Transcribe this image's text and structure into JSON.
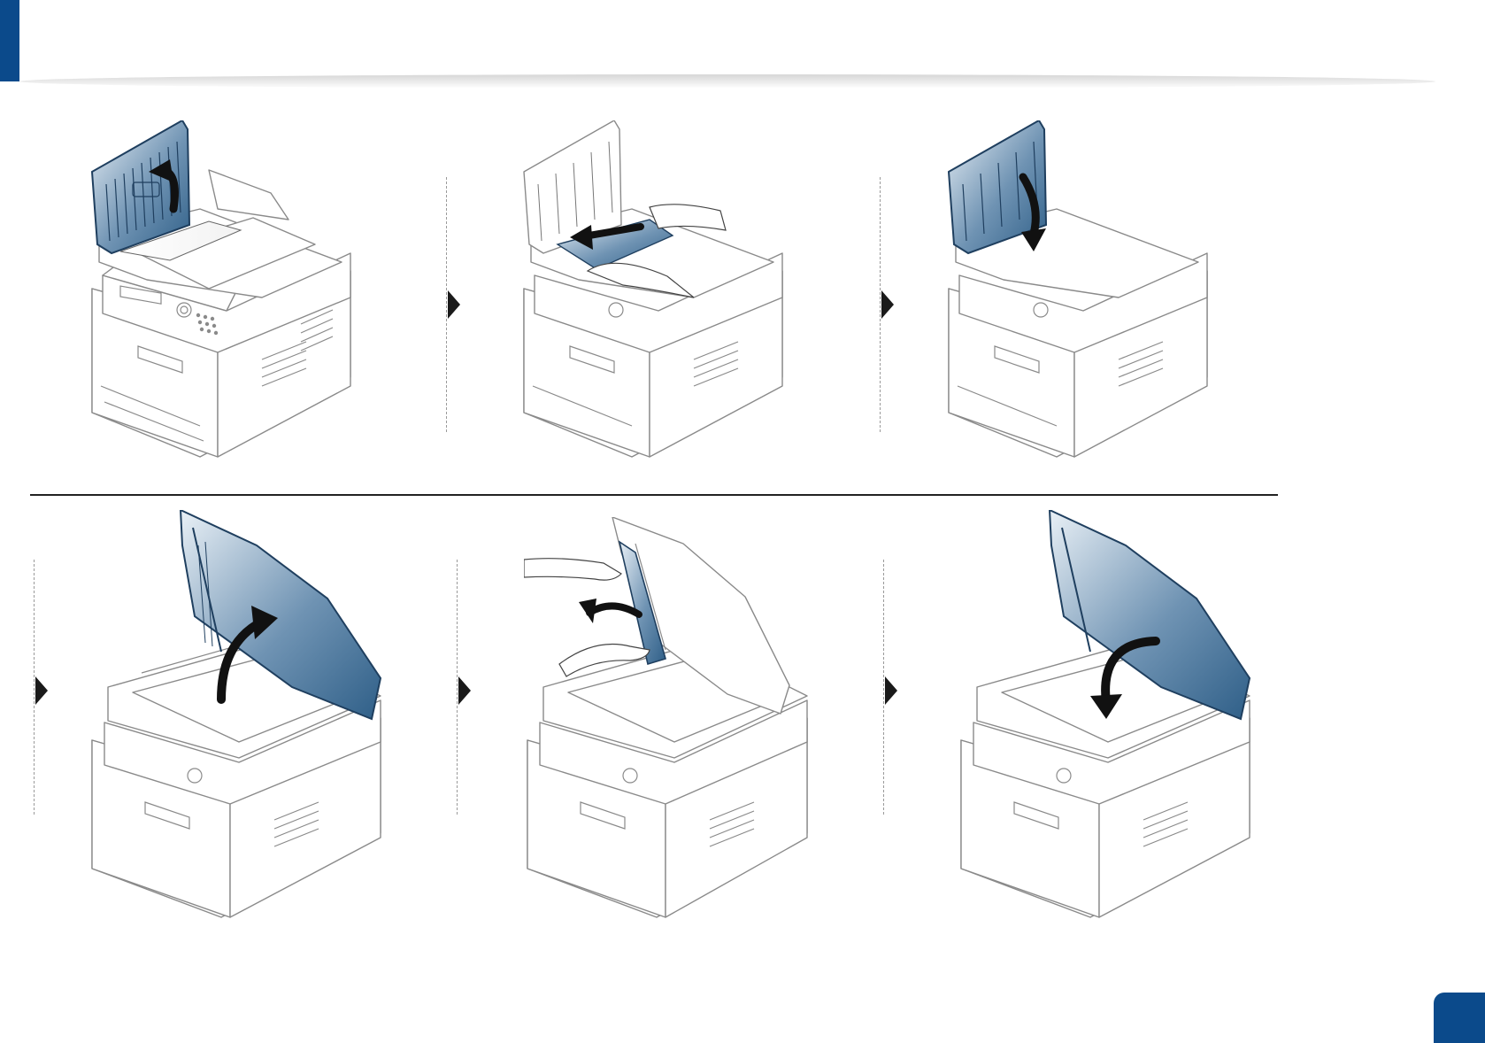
{
  "page": {
    "accent_color": "#0b4a8b",
    "illustration_accent": "#3f6f96",
    "steps": [
      {
        "id": 1,
        "action": "open-document-feeder-cover",
        "arrow": "up"
      },
      {
        "id": 2,
        "action": "pull-out-jammed-paper",
        "arrow": "left"
      },
      {
        "id": 3,
        "action": "close-document-feeder-cover",
        "arrow": "down"
      },
      {
        "id": 4,
        "action": "open-scanner-lid",
        "arrow": "up"
      },
      {
        "id": 5,
        "action": "remove-paper-from-lid",
        "arrow": "left"
      },
      {
        "id": 6,
        "action": "close-scanner-lid",
        "arrow": "down"
      }
    ]
  }
}
